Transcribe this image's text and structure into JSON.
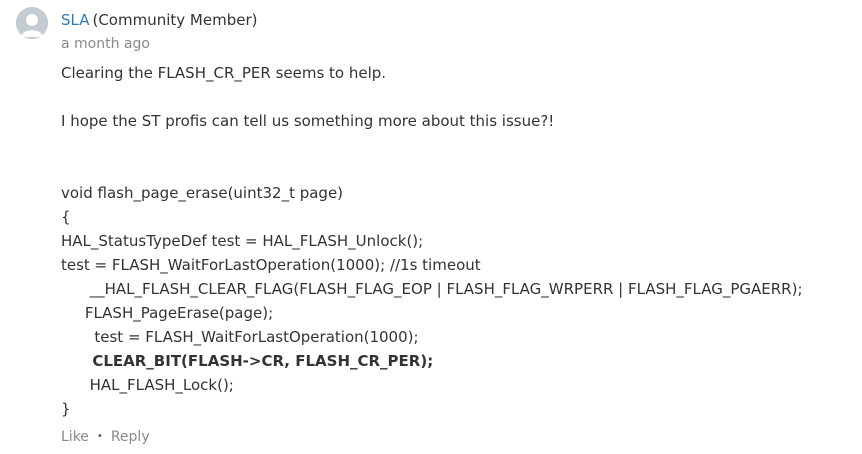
{
  "comment": {
    "author": "SLA",
    "role": "(Community Member)",
    "timestamp": "a month ago",
    "paragraphs": [
      "Clearing the FLASH_CR_PER seems to help.",
      "I hope the ST profis can tell us something more about this issue?!"
    ],
    "code_lines": [
      "void flash_page_erase(uint32_t page)",
      "{",
      "HAL_StatusTypeDef test = HAL_FLASH_Unlock();",
      "test = FLASH_WaitForLastOperation(1000); //1s timeout",
      "      __HAL_FLASH_CLEAR_FLAG(FLASH_FLAG_EOP | FLASH_FLAG_WRPERR | FLASH_FLAG_PGAERR);",
      "     FLASH_PageErase(page);",
      "       test = FLASH_WaitForLastOperation(1000);",
      "      CLEAR_BIT(FLASH->CR, FLASH_CR_PER);",
      "      HAL_FLASH_Lock();",
      "}"
    ],
    "like_label": "Like",
    "separator": "•",
    "reply_label": "Reply"
  },
  "icons": {
    "avatar": "default-user-avatar-icon"
  },
  "colors": {
    "author_link": "#2f7ab8",
    "text": "#333333",
    "muted": "#8a8a8a",
    "avatar_bg": "#c3ccd3"
  }
}
